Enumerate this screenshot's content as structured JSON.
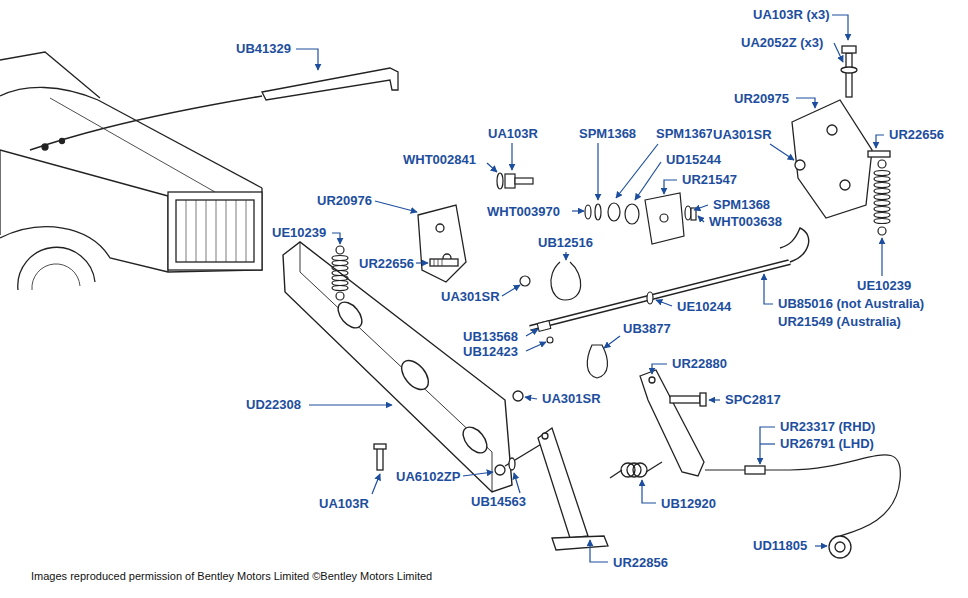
{
  "diagram": {
    "labels": [
      "UA103R (x3)",
      "UA2052Z (x3)",
      "UB41329",
      "UR20975",
      "UA103R",
      "SPM1368",
      "SPM1367",
      "UA301SR",
      "UR22656",
      "WHT002841",
      "UD15244",
      "UR21547",
      "UR20976",
      "SPM1368",
      "WHT003970",
      "WHT003638",
      "UE10239",
      "UB12516",
      "UR22656",
      "UE10239",
      "UA301SR",
      "UB85016 (not Australia)",
      "UE10244",
      "UR21549 (Australia)",
      "UB3877",
      "UB13568",
      "UB12423",
      "UR22880",
      "UA301SR",
      "SPC2817",
      "UD22308",
      "UR23317 (RHD)",
      "UR26791 (LHD)",
      "UA6102ZP",
      "UB14563",
      "UA103R",
      "UB12920",
      "UD11805",
      "UR22856",
      "Images reproduced permission of Bentley Motors Limited ©Bentley Motors Limited"
    ]
  }
}
